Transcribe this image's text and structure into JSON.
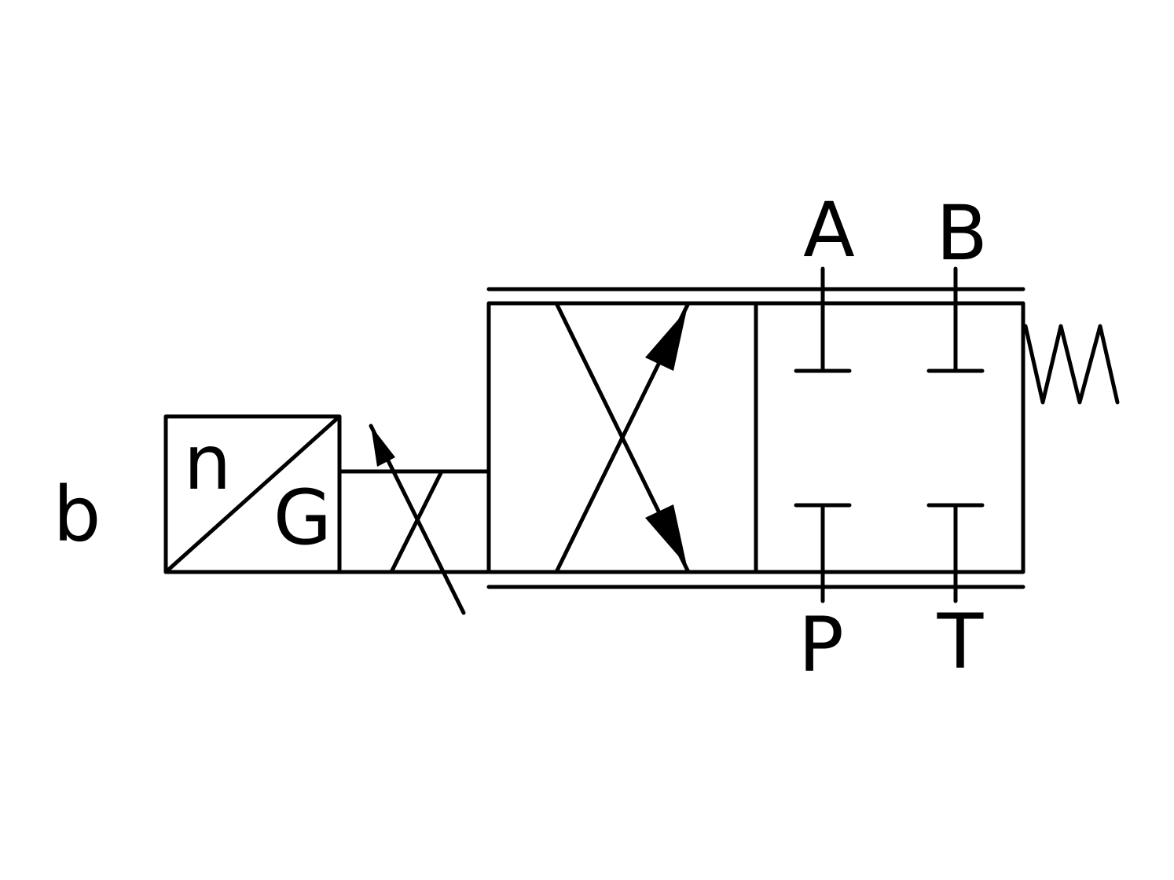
{
  "diagram": {
    "type": "hydraulic directional valve symbol",
    "colors": {
      "stroke": "#000000",
      "background": "#ffffff"
    },
    "labels": {
      "actuator": "b",
      "sensor_top": "n",
      "sensor_bottom": "G",
      "port_a": "A",
      "port_b": "B",
      "port_p": "P",
      "port_t": "T"
    }
  }
}
